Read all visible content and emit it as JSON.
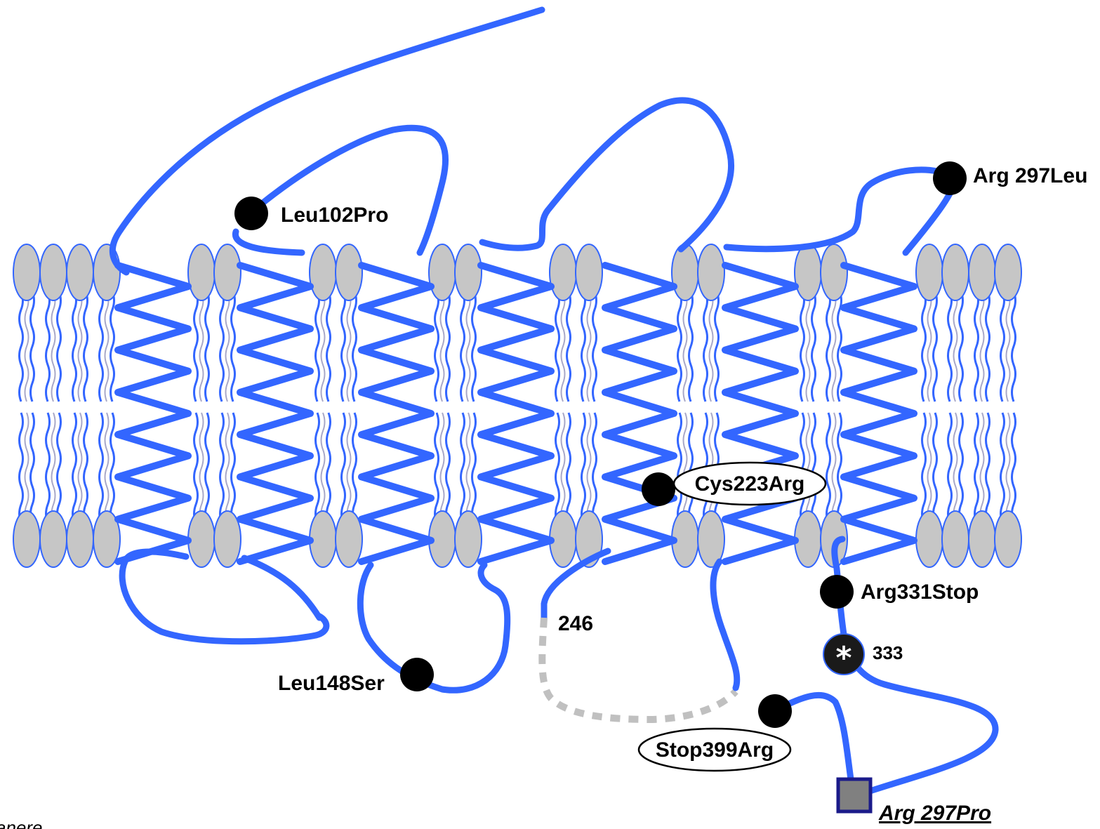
{
  "colors": {
    "chain": "#3366ff",
    "lipid_head": "#c6c6c6",
    "dashed_segment": "#c0c0c0",
    "mutation_dot": "#000000",
    "square_marker": "#808080",
    "square_border": "#1a1a8a"
  },
  "labels": {
    "leu102pro": "Leu102Pro",
    "arg297leu": "Arg 297Leu",
    "cys223arg": "Cys223Arg",
    "arg331stop": "Arg331Stop",
    "num246": "246",
    "num333": "333",
    "leu148ser": "Leu148Ser",
    "stop399arg": "Stop399Arg",
    "arg297pro": "Arg 297Pro",
    "cut_text": "anere",
    "asterisk": "*"
  }
}
